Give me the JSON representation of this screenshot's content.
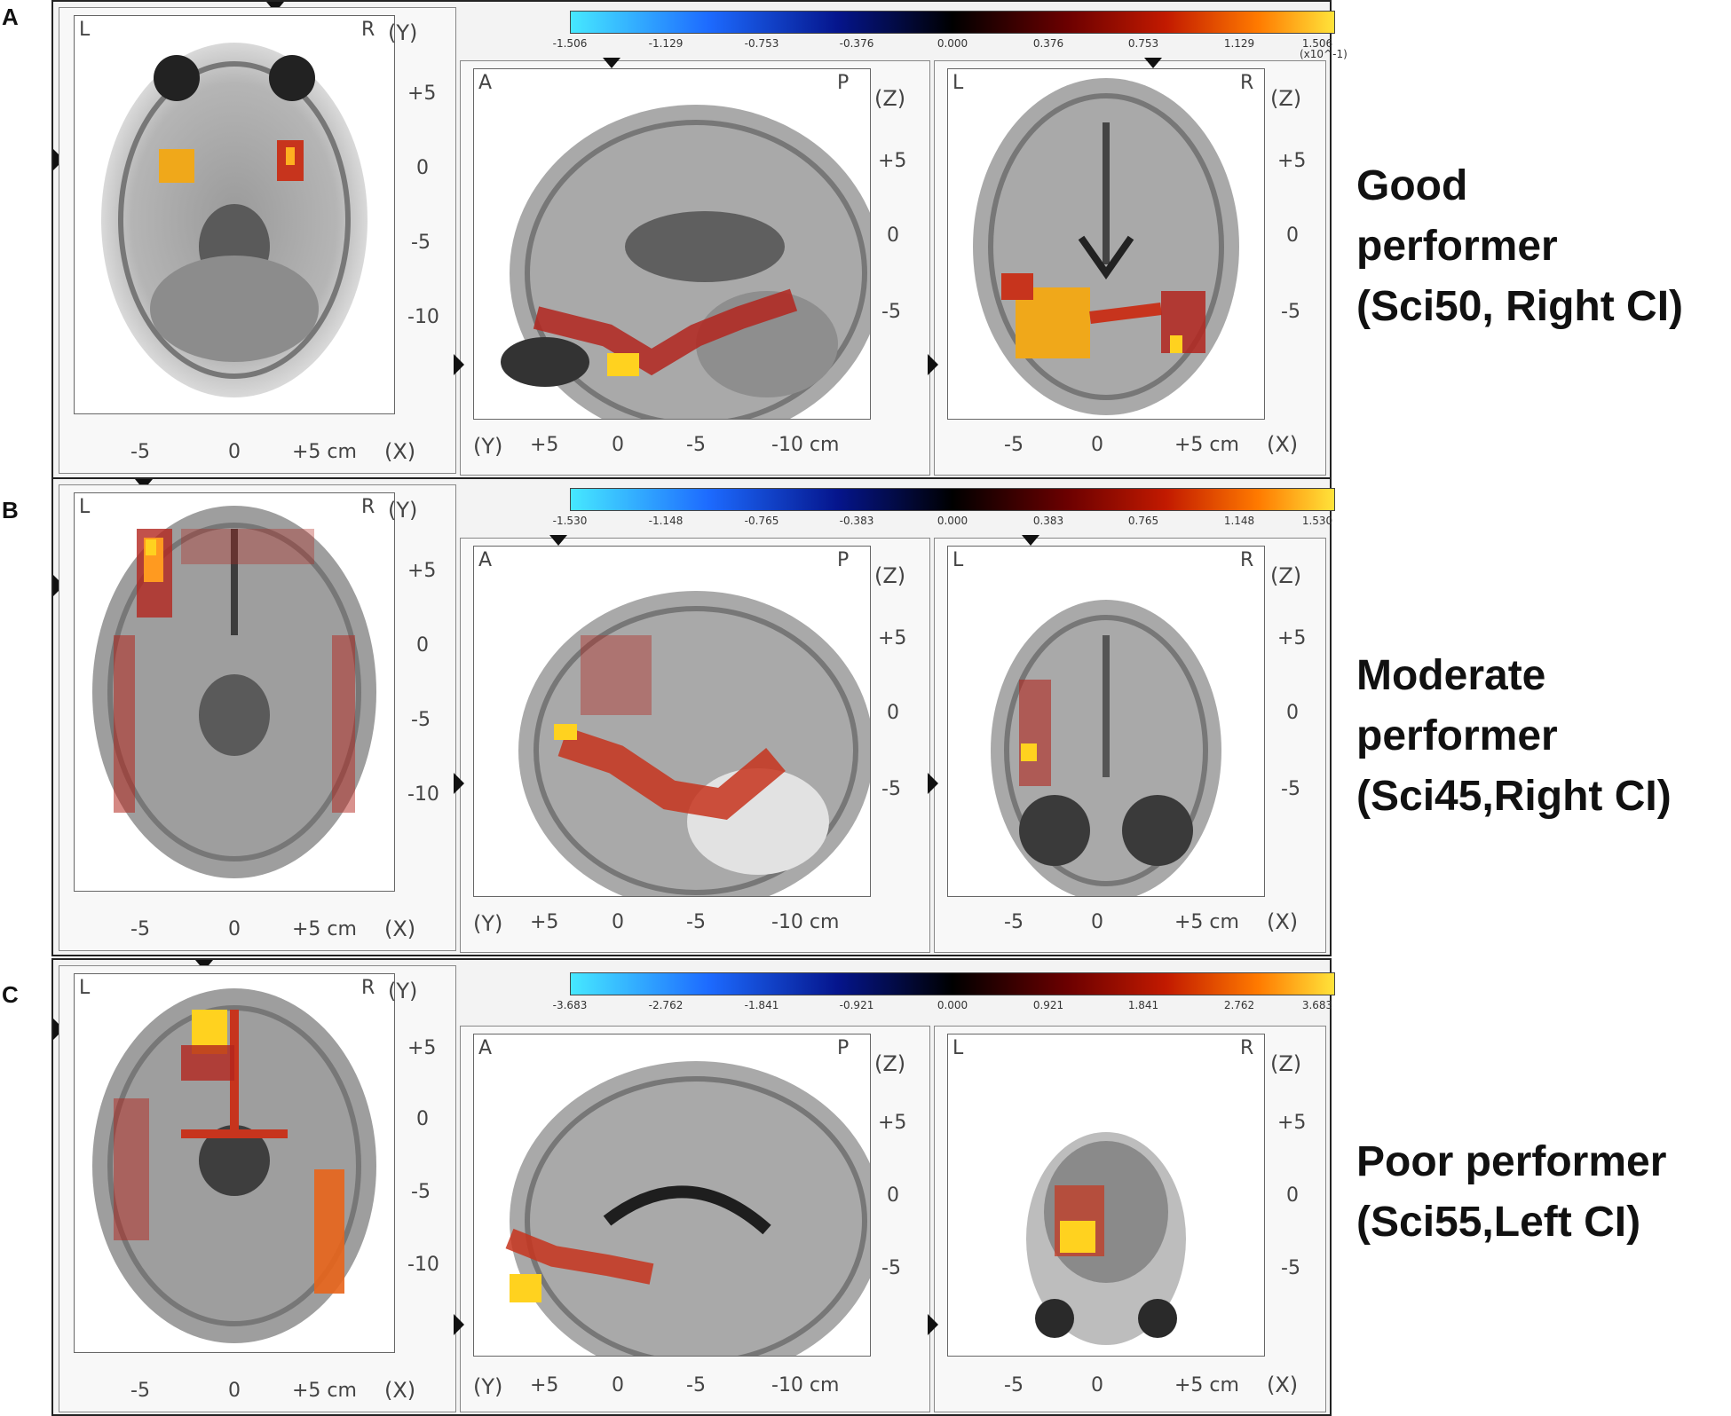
{
  "rows": [
    {
      "letter": "A",
      "colorbar": {
        "ticks": [
          "-1.506",
          "-1.129",
          "-0.753",
          "-0.376",
          "0.000",
          "0.376",
          "0.753",
          "1.129",
          "1.506"
        ],
        "exponent": "(x10^-1)"
      },
      "performance": {
        "line1": "Good",
        "line2": "performer",
        "line3": "(Sci50, Right CI)"
      }
    },
    {
      "letter": "B",
      "colorbar": {
        "ticks": [
          "-1.530",
          "-1.148",
          "-0.765",
          "-0.383",
          "0.000",
          "0.383",
          "0.765",
          "1.148",
          "1.530"
        ],
        "exponent": ""
      },
      "performance": {
        "line1": "Moderate",
        "line2": "performer",
        "line3": "(Sci45,Right CI)"
      }
    },
    {
      "letter": "C",
      "colorbar": {
        "ticks": [
          "-3.683",
          "-2.762",
          "-1.841",
          "-0.921",
          "0.000",
          "0.921",
          "1.841",
          "2.762",
          "3.683"
        ],
        "exponent": ""
      },
      "performance": {
        "line1": "Poor performer",
        "line2": "(Sci55,Left CI)",
        "line3": ""
      }
    }
  ],
  "axial": {
    "corner_left": "L",
    "corner_right": "R",
    "axis": "(Y)",
    "y_ticks": [
      "+5",
      "0",
      "-5",
      "-10"
    ],
    "x_ticks": [
      "-5",
      "0",
      "+5 cm"
    ],
    "x_axis": "(X)"
  },
  "sagittal": {
    "corner_left": "A",
    "corner_right": "P",
    "axis": "(Z)",
    "y_ticks": [
      "+5",
      "0",
      "-5"
    ],
    "x_axis": "(Y)",
    "x_ticks": [
      "+5",
      "0",
      "-5",
      "-10 cm"
    ]
  },
  "coronal": {
    "corner_left": "L",
    "corner_right": "R",
    "axis": "(Z)",
    "y_ticks": [
      "+5",
      "0",
      "-5"
    ],
    "x_ticks": [
      "-5",
      "0",
      "+5 cm"
    ],
    "x_axis": "(X)"
  },
  "colors": {
    "hot_low": "#b3261e",
    "hot_mid": "#ff7a00",
    "hot_high": "#ffd21f",
    "frame": "#222222"
  }
}
